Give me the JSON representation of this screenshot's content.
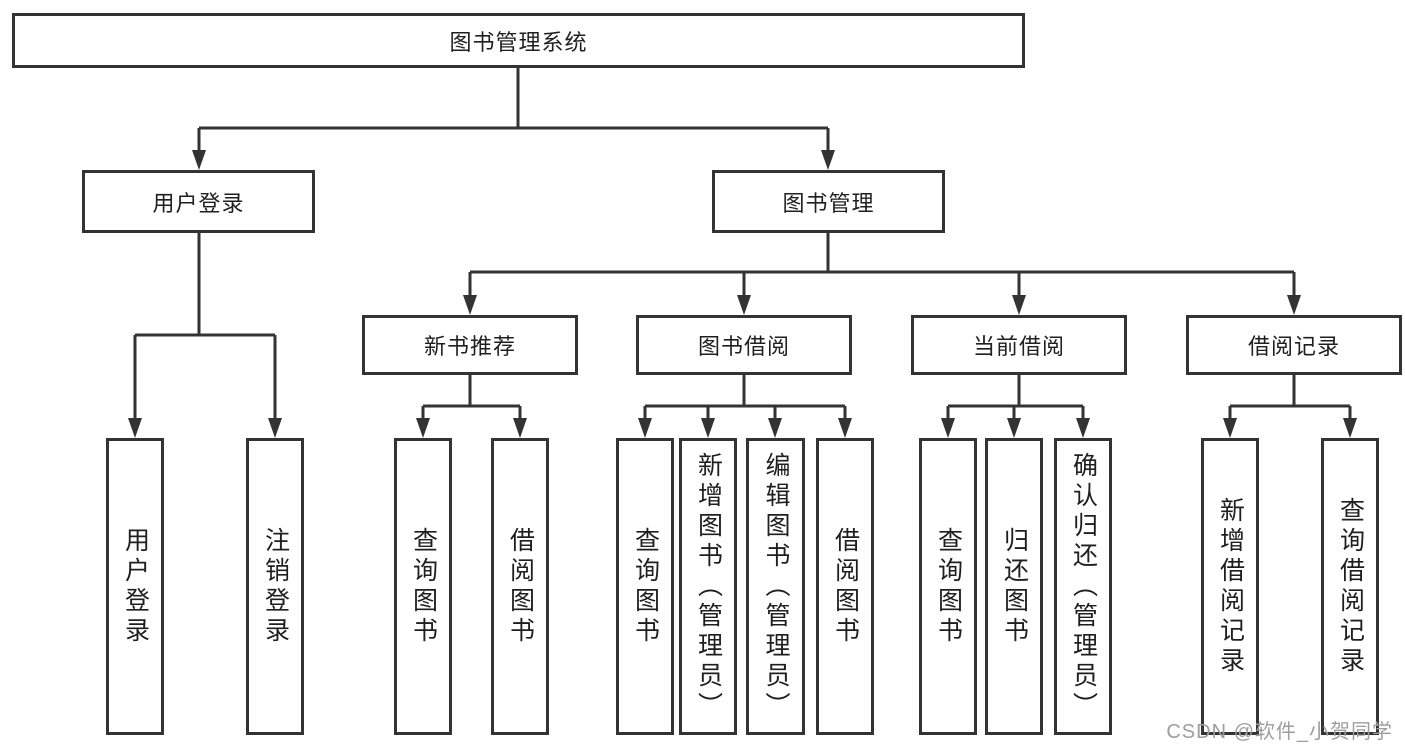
{
  "diagram": {
    "title": "图书管理系统",
    "level2": {
      "login": "用户登录",
      "management": "图书管理"
    },
    "level3": {
      "new_books": "新书推荐",
      "book_borrow": "图书借阅",
      "current_borrow": "当前借阅",
      "borrow_records": "借阅记录"
    },
    "leaves": {
      "login": [
        "用户登录",
        "注销登录"
      ],
      "new_books": [
        "查询图书",
        "借阅图书"
      ],
      "book_borrow": [
        "查询图书",
        "新增图书（管理员）",
        "编辑图书（管理员）",
        "借阅图书"
      ],
      "current_borrow": [
        "查询图书",
        "归还图书",
        "确认归还（管理员）"
      ],
      "borrow_records": [
        "新增借阅记录",
        "查询借阅记录"
      ]
    }
  },
  "watermark": "CSDN @软件_小贺同学",
  "colors": {
    "line": "#333333",
    "box_border": "#333333",
    "text": "#1f1f1f",
    "watermark": "#9e9e9e",
    "background": "#ffffff"
  }
}
